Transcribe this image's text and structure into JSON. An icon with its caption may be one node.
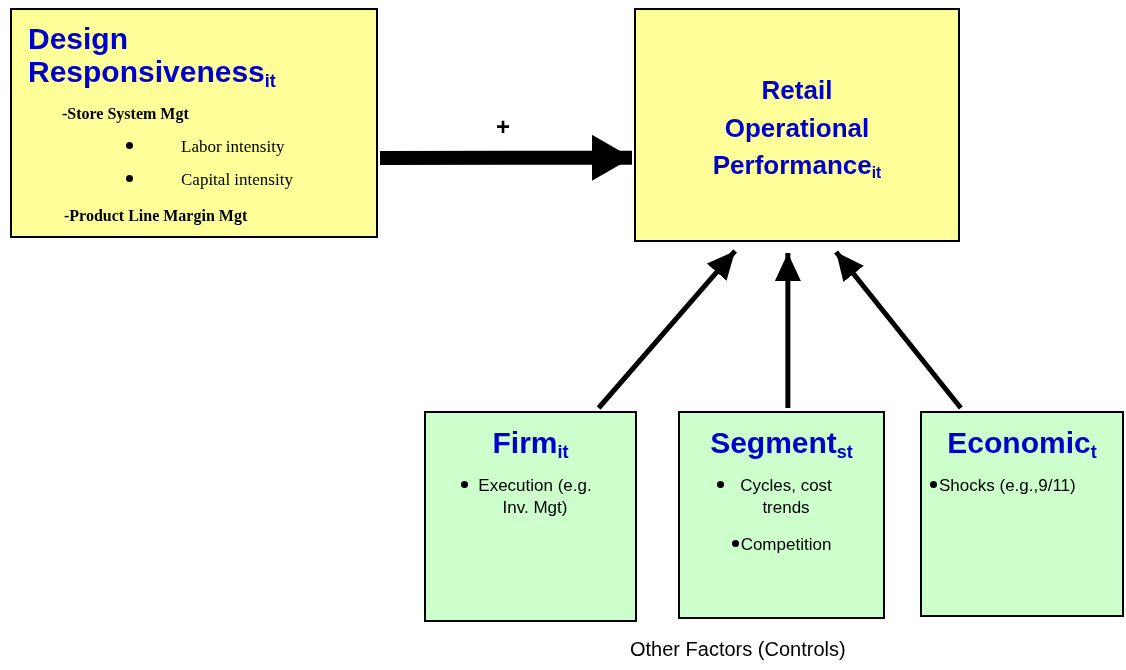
{
  "diagram": {
    "nodes": [
      {
        "text": [
          "Design Responsiveness$_{it}$",
          "-Store System Mgt",
          "Labor intensity",
          "Capital intensity",
          "-Product Line Margin Mgt"
        ]
      },
      {
        "text": [
          "Retail Operational Performance$_{it}$"
        ]
      },
      {
        "text": [
          "Firm$_{it}$",
          "Execution (e.g. Inv. Mgt)"
        ]
      },
      {
        "text": [
          "Segment$_{st}$",
          "Cycles, cost trends",
          "Competition"
        ]
      },
      {
        "text": [
          "Economic$_{t}$",
          "Shocks (e.g.,9/11)"
        ]
      }
    ],
    "edges": [
      {
        "from": 0,
        "to": 1,
        "arrow": "to",
        "label": "+",
        "style": "thick"
      },
      {
        "from": 2,
        "to": 1,
        "arrow": "to"
      },
      {
        "from": 3,
        "to": 1,
        "arrow": "to"
      },
      {
        "from": 4,
        "to": 1,
        "arrow": "to"
      }
    ],
    "labels": [
      "Other Factors (Controls)"
    ]
  }
}
